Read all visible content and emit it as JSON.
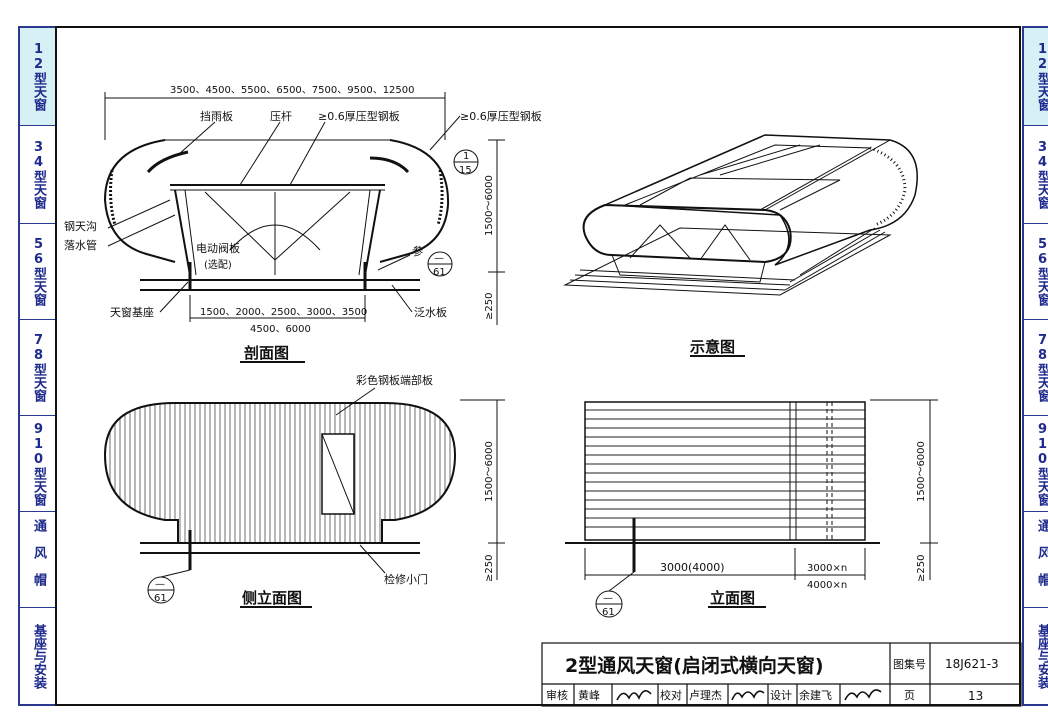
{
  "sidebar": {
    "tabs": [
      {
        "label": "12型天窗",
        "active": true
      },
      {
        "label": "34型天窗",
        "active": false
      },
      {
        "label": "56型天窗",
        "active": false
      },
      {
        "label": "78型天窗",
        "active": false
      },
      {
        "label": "910型天窗",
        "active": false
      },
      {
        "label": "通风帽",
        "active": false
      },
      {
        "label": "基座与安装",
        "active": false
      }
    ]
  },
  "section_view": {
    "top_dim": "3500、4500、5500、6500、7500、9500、12500",
    "rain_board": "挡雨板",
    "press_bar": "压杆",
    "steel_plate_inner": "≥0.6厚压型钢板",
    "steel_plate_outer": "≥0.6厚压型钢板",
    "gutter": "钢天沟",
    "drain_pipe": "落水管",
    "damper_line1": "电动阀板",
    "damper_line2": "(选配)",
    "ref_label": "参",
    "ref_circle_top": "—",
    "ref_circle_bottom": "61",
    "detail_top": "1",
    "detail_bottom": "15",
    "height_dim": "1500～6000",
    "base_height_dim": "≥250",
    "base": "天窗基座",
    "flashing": "泛水板",
    "bottom_dim1": "1500、2000、2500、3000、3500",
    "bottom_dim2": "4500、6000",
    "caption": "剖面图"
  },
  "schematic": {
    "caption": "示意图"
  },
  "side_elevation": {
    "end_panel": "彩色钢板端部板",
    "access_door": "检修小门",
    "height_dim": "1500～6000",
    "base_height_dim": "≥250",
    "ref_top": "—",
    "ref_bottom": "61",
    "caption": "侧立面图"
  },
  "elevation": {
    "height_dim": "1500～6000",
    "base_height_dim": "≥250",
    "width_dim": "3000(4000)",
    "module_dim1": "3000×n",
    "module_dim2": "4000×n",
    "ref_top": "—",
    "ref_bottom": "61",
    "caption": "立面图"
  },
  "title_block": {
    "title": "2型通风天窗(启闭式横向天窗)",
    "atlas_label": "图集号",
    "atlas_no": "18J621-3",
    "review_label": "审核",
    "reviewer": "黄峰",
    "check_label": "校对",
    "checker": "卢理杰",
    "design_label": "设计",
    "designer": "余建飞",
    "page_label": "页",
    "page_no": "13"
  }
}
